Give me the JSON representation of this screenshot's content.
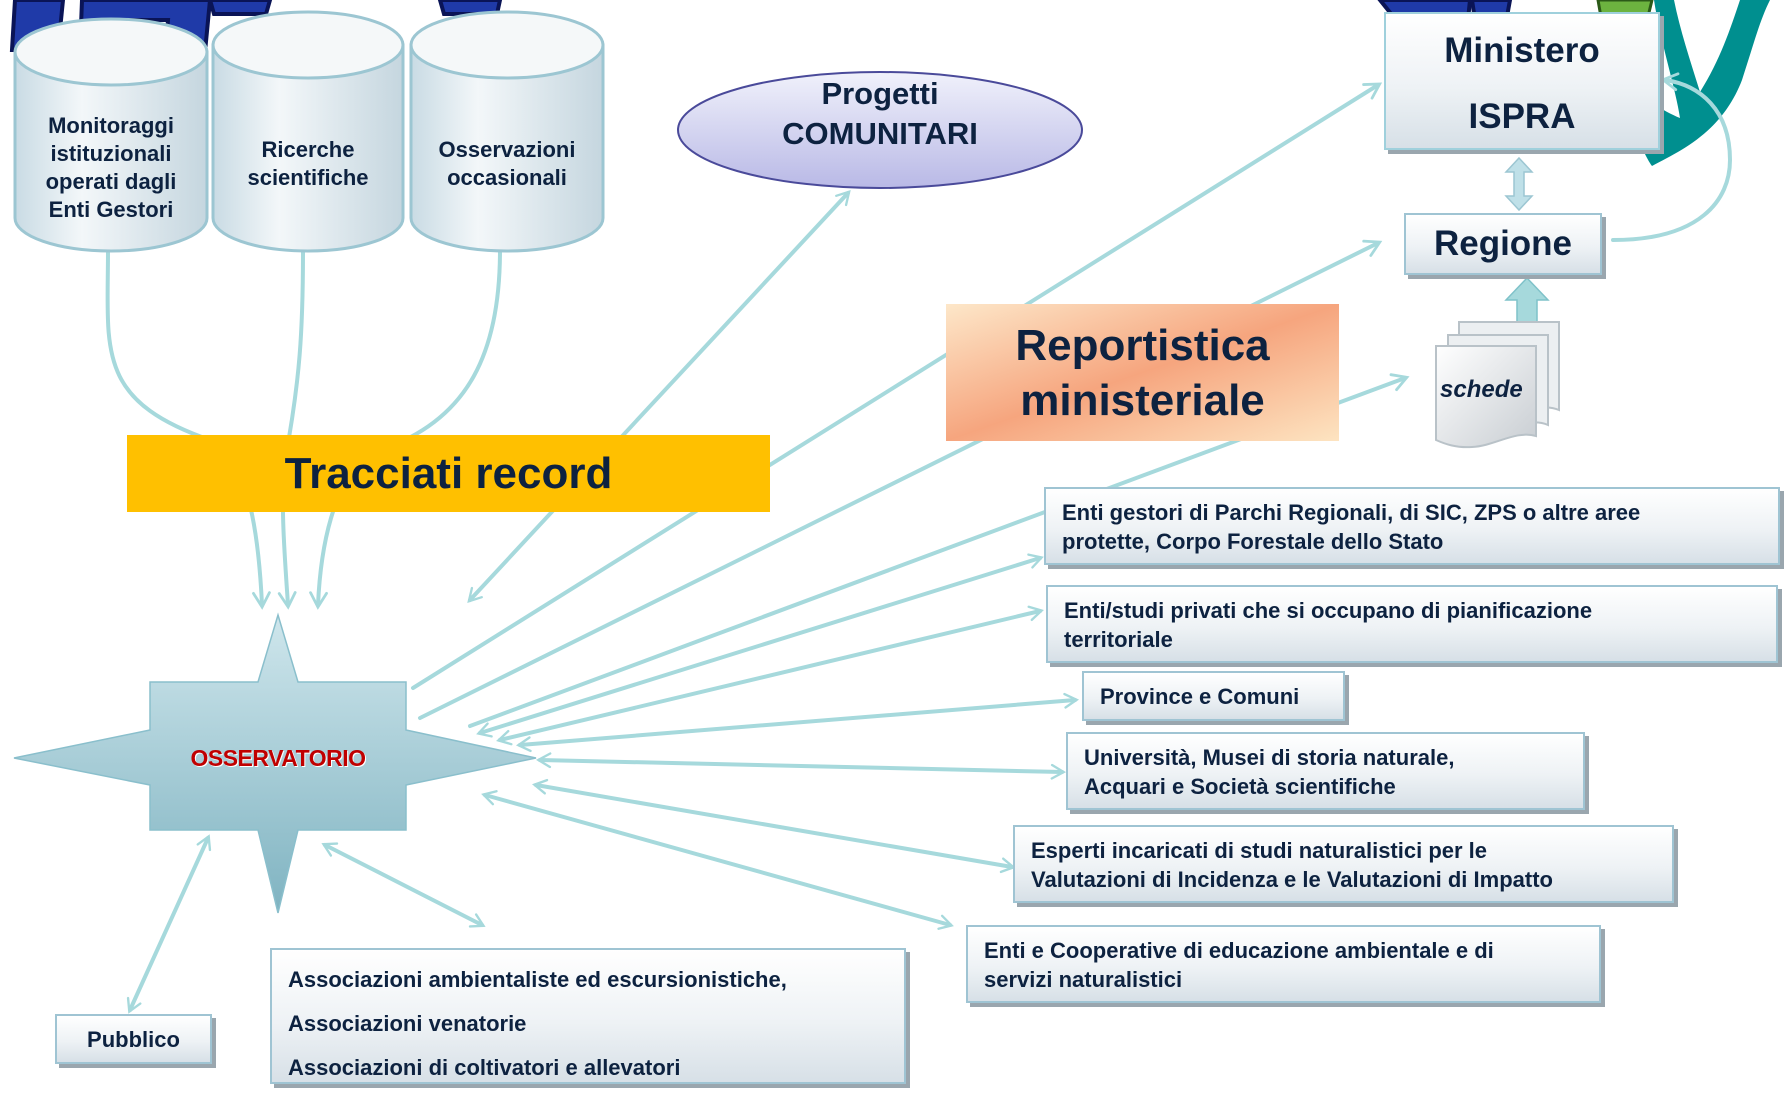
{
  "sources": {
    "cyl1": [
      "Monitoraggi",
      "istituzionali",
      "operati dagli",
      "Enti Gestori"
    ],
    "cyl2": [
      "Ricerche",
      "scientifiche"
    ],
    "cyl3": [
      "Osservazioni",
      "occasionali"
    ]
  },
  "progetti": [
    "Progetti",
    "COMUNITARI"
  ],
  "ministero": [
    "Ministero",
    "ISPRA"
  ],
  "regione": "Regione",
  "schede": "schede",
  "reportistica": [
    "Reportistica",
    "ministeriale"
  ],
  "tracciati": "Tracciati record",
  "osservatorio": "OSSERVATORIO",
  "entities": {
    "enti_gestori": [
      "Enti gestori di Parchi Regionali, di SIC, ZPS o altre aree",
      "protette, Corpo Forestale dello Stato"
    ],
    "enti_studi": [
      "Enti/studi privati che si occupano di pianificazione",
      "territoriale"
    ],
    "province": "Province e Comuni",
    "universita": [
      "Università, Musei di storia naturale,",
      "Acquari e Società scientifiche"
    ],
    "esperti": [
      "Esperti incaricati di studi naturalistici per le",
      "Valutazioni di Incidenza e le Valutazioni di Impatto"
    ],
    "cooperative": [
      "Enti e Cooperative di educazione ambientale e di",
      "servizi naturalistici"
    ],
    "associazioni": [
      "Associazioni ambientaliste ed escursionistiche,",
      "Associazioni venatorie",
      "Associazioni di coltivatori e allevatori"
    ],
    "pubblico": "Pubblico"
  },
  "colors": {
    "arrow": "#a6d9dc",
    "tracciati_bg": "#ffc000",
    "osservatorio_text": "#c00000",
    "text": "#0d2240"
  }
}
